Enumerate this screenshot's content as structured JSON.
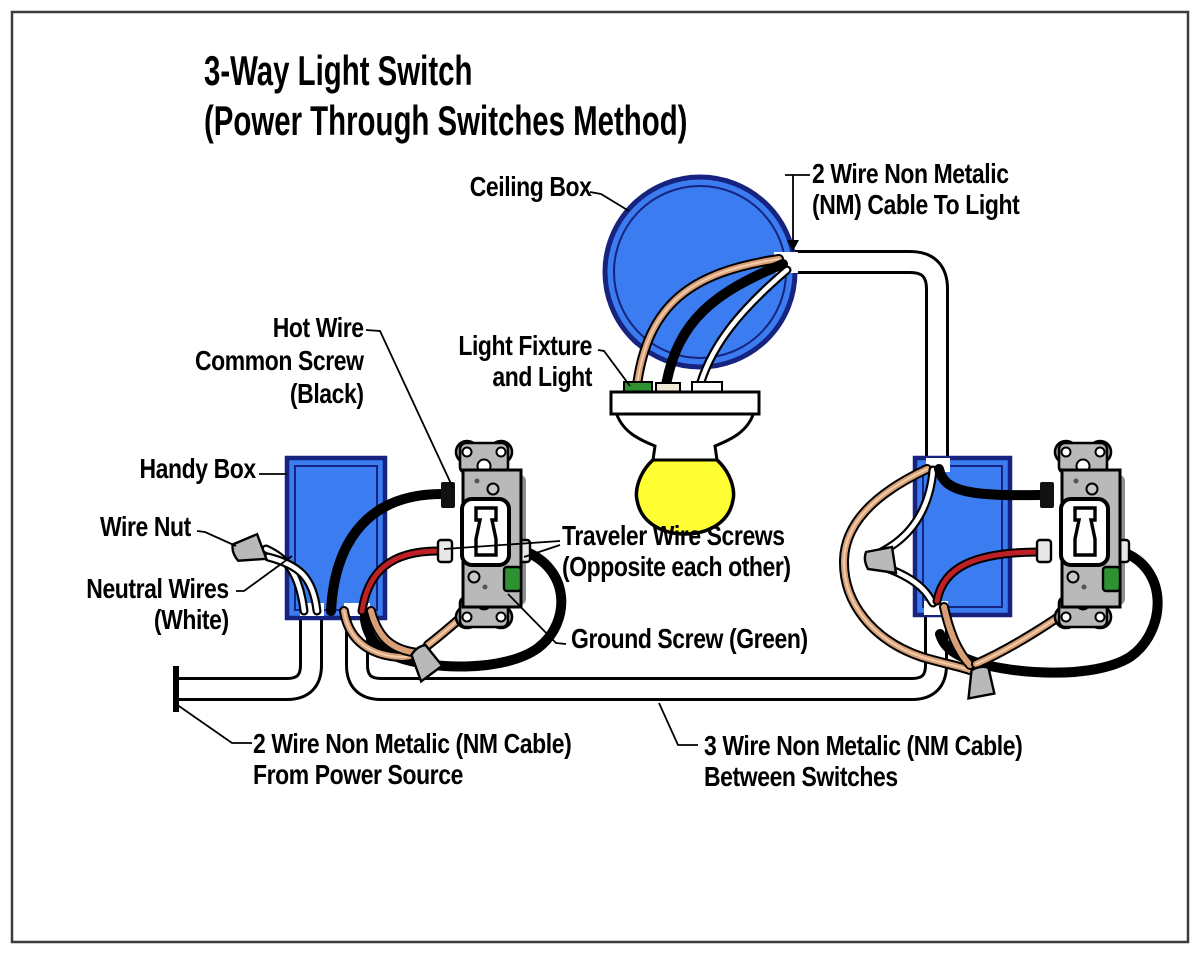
{
  "title": {
    "line1": "3-Way Light Switch",
    "line2": "(Power Through Switches Method)"
  },
  "labels": {
    "ceiling_box": "Ceiling Box",
    "cable_to_light_line1": "2 Wire Non Metalic",
    "cable_to_light_line2": "(NM) Cable To Light",
    "light_fixture_line1": "Light Fixture",
    "light_fixture_line2": "and Light",
    "hot_wire_line1": "Hot Wire",
    "hot_wire_line2": "Common Screw",
    "hot_wire_line3": "(Black)",
    "handy_box": "Handy Box",
    "wire_nut": "Wire Nut",
    "neutral_line1": "Neutral Wires",
    "neutral_line2": "(White)",
    "traveler_line1": "Traveler Wire Screws",
    "traveler_line2": "(Opposite each other)",
    "ground_screw": "Ground Screw (Green)",
    "power_cable_line1": "2 Wire Non Metalic (NM Cable)",
    "power_cable_line2": "From Power Source",
    "between_cable_line1": "3 Wire Non Metalic (NM Cable)",
    "between_cable_line2": "Between Switches"
  },
  "colors": {
    "box_blue": "#3b7cf0",
    "box_border_navy": "#16237f",
    "bulb_yellow": "#ffff33",
    "copper_wire": "#d9a078",
    "red_wire": "#bf2026",
    "ground_green": "#2f9232",
    "switch_metal_gray": "#b9b9b9",
    "neutral_white": "#ffffff",
    "hot_black": "#000000",
    "frame_border": "#3c3c3c",
    "background": "#ffffff"
  }
}
